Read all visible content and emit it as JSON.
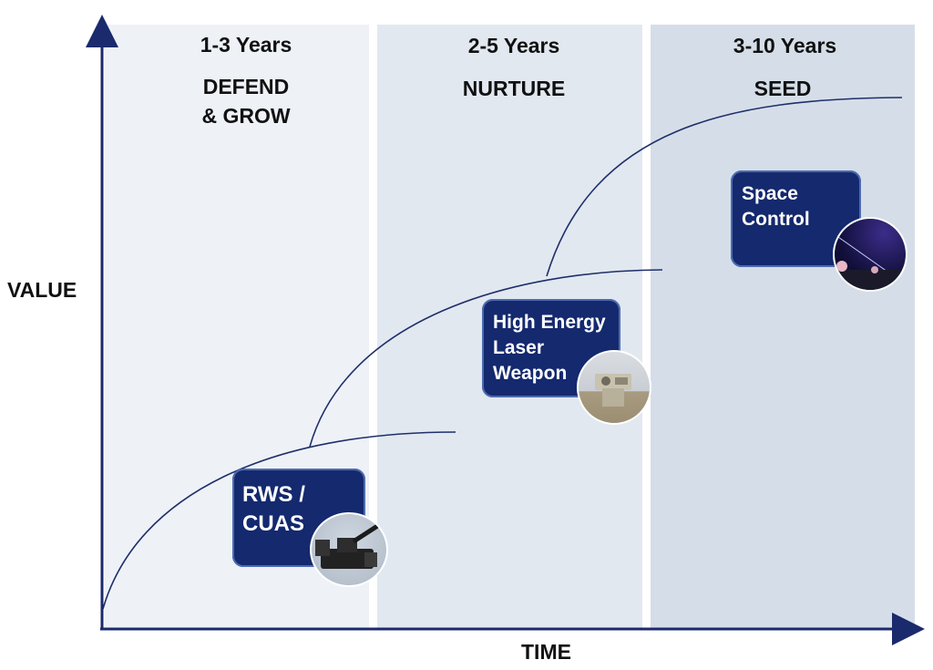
{
  "axes": {
    "y_label": "VALUE",
    "x_label": "TIME"
  },
  "phases": [
    {
      "years": "1-3 Years",
      "name_line1": "DEFEND",
      "name_line2": "& GROW"
    },
    {
      "years": "2-5 Years",
      "name_line1": "NURTURE"
    },
    {
      "years": "3-10 Years",
      "name_line1": "SEED"
    }
  ],
  "capabilities": [
    {
      "line1": "RWS /",
      "line2": "CUAS",
      "image": "remote-weapon-station-image"
    },
    {
      "line1": "High Energy",
      "line2": "Laser",
      "line3": "Weapon",
      "image": "laser-weapon-turret-image"
    },
    {
      "line1": "Space",
      "line2": "Control",
      "image": "satellite-dish-night-sky-image"
    }
  ],
  "colors": {
    "box_fill": "#14296e",
    "axis": "#1a2a6c",
    "curve": "#1f2f6a",
    "panel_1": "#eef2f7",
    "panel_2": "#e1e8f0",
    "panel_3": "#d5dee8"
  }
}
